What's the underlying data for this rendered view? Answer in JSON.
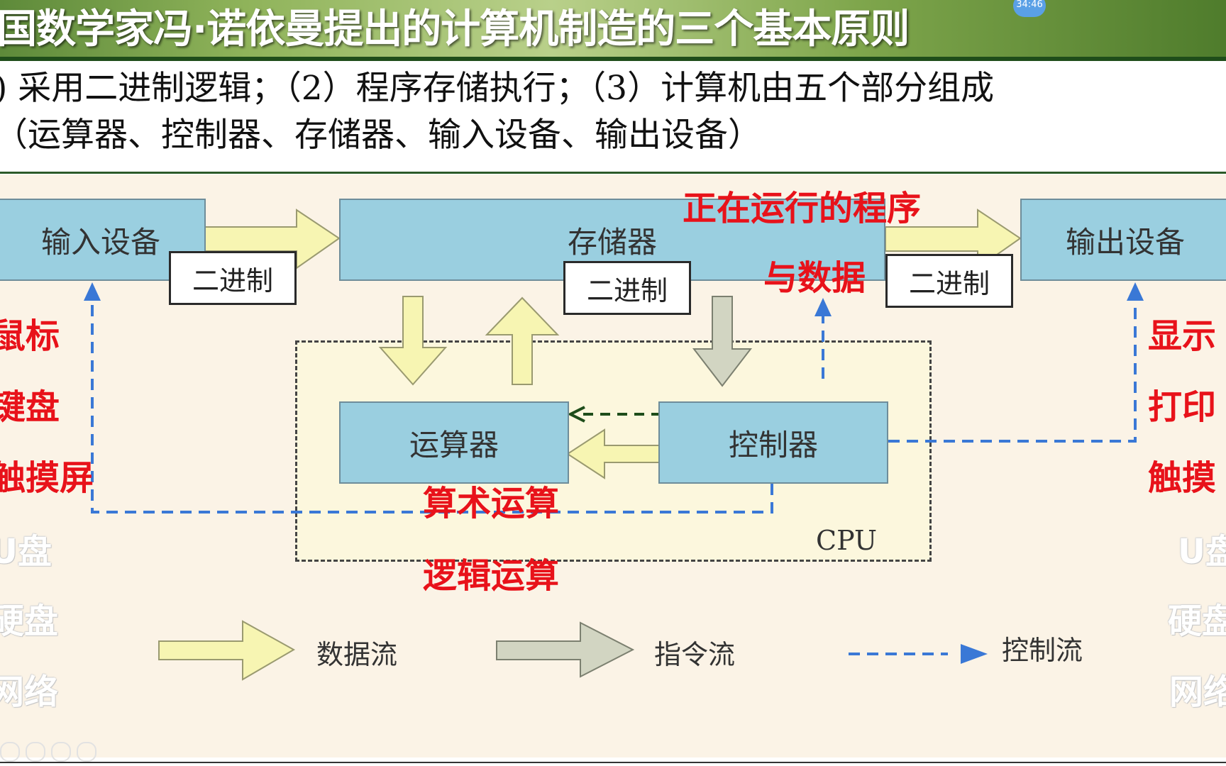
{
  "header": {
    "title": "国数学家冯·诺依曼提出的计算机制造的三个基本原则",
    "timer": "34:46"
  },
  "principles": {
    "line1": ") 采用二进制逻辑；（2）程序存储执行；（3）计算机由五个部分组成",
    "line2": "（运算器、控制器、存储器、输入设备、输出设备）"
  },
  "diagram": {
    "blocks": {
      "input": "输入设备",
      "memory": "存储器",
      "output": "输出设备",
      "alu": "运算器",
      "controller": "控制器"
    },
    "binary_labels": [
      "二进制",
      "二进制",
      "二进制"
    ],
    "cpu_label": "CPU",
    "memory_note_line1": "正在运行的程序",
    "memory_note_line2": "与数据",
    "alu_note_line1": "算术运算",
    "alu_note_line2": "逻辑运算",
    "input_devices": [
      "鼠标",
      "键盘",
      "触摸屏"
    ],
    "input_storage": [
      "U盘",
      "硬盘",
      "网络"
    ],
    "output_devices": [
      "显示",
      "打印",
      "触摸"
    ],
    "output_storage": [
      "U盘",
      "硬盘",
      "网络"
    ],
    "legend": {
      "data_flow": "数据流",
      "instruction_flow": "指令流",
      "control_flow": "控制流"
    },
    "colors": {
      "block_fill": "#9acfe0",
      "data_arrow": "#f7f5b2",
      "instruction_arrow": "#d2d5c2",
      "control_line": "#3a78d6",
      "highlight_text": "#e8121a"
    }
  }
}
